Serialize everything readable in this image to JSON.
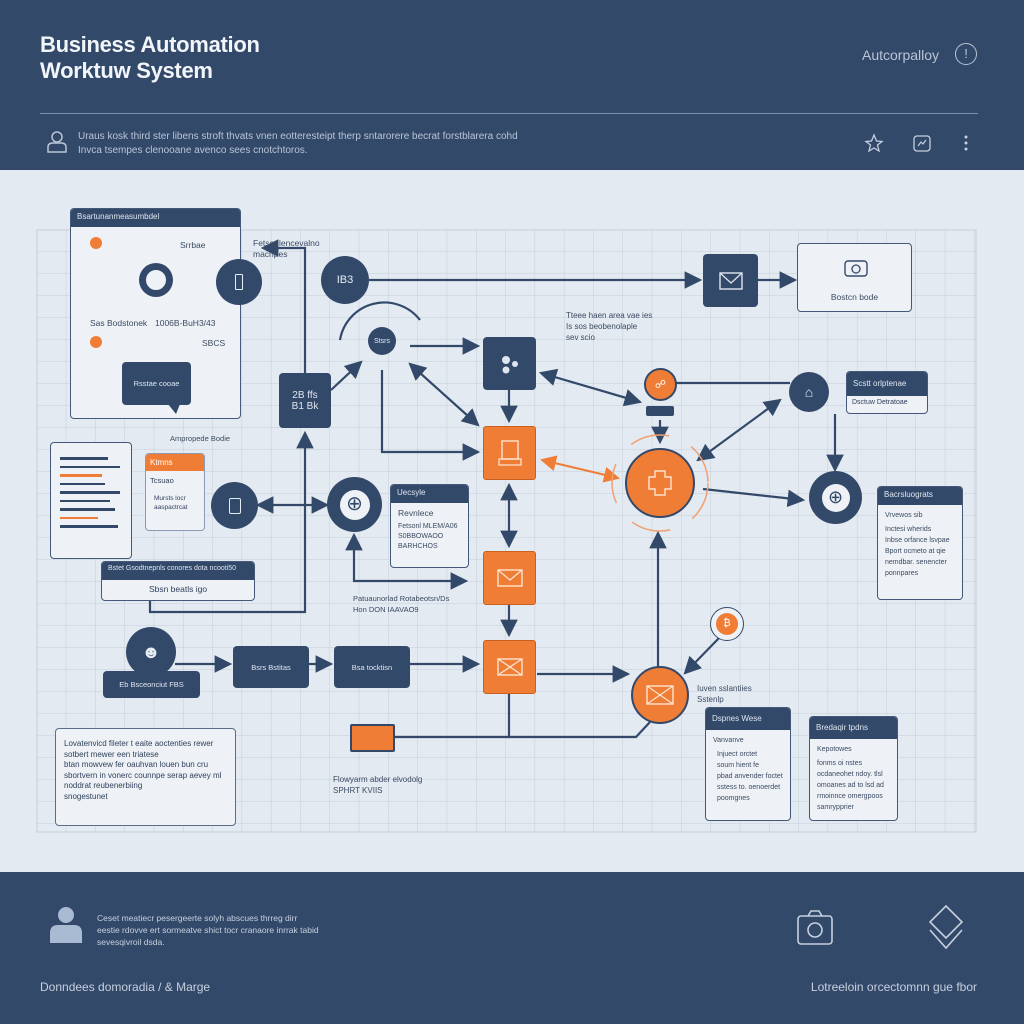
{
  "header": {
    "title_line1": "Business Automation",
    "title_line2": "Worktuw System",
    "account_label": "Autcorpalloy",
    "subtitle_line1": "Uraus kosk third ster libens stroft thvats vnen eotteresteipt therp sntarorere becrat forstblarera cohd",
    "subtitle_line2": "Invca tsempes clenooane avenco sees cnotchtoros."
  },
  "diagram": {
    "panel_top_left": {
      "title": "Bsartunanmeasumbdel",
      "label_a": "Srrbae",
      "label_b": "Sas Bodstonek",
      "label_c": "1006B-BuH3/43",
      "label_d": "SBCS",
      "bubble": "Rsstae cooae"
    },
    "note_machines": [
      "Fetsenlencevalno",
      "machpes"
    ],
    "node_ib3": "IB3",
    "node_status": "Stsrs",
    "node_grid": [
      "2B ffs",
      "B1 Bk"
    ],
    "note_top_mid": [
      "Tteee haen area vae ies",
      "Is sos beobenolaple",
      "sev scio"
    ],
    "camera_box": "Bostcn bode",
    "status_box": {
      "title": "Scstt orlptenae",
      "value": "Dsctuw Detratoae"
    },
    "right_panel": {
      "title": "Bacrsluograts",
      "subtitle": "Vrvewos sib",
      "lines": [
        "Inctesi wherids",
        "Inbse orfance lsvpae",
        "Bport ocmeto at qie",
        "nemdbar. senencter",
        "ponnpares"
      ]
    },
    "card_orange": {
      "callout": "Ampropede Bodie",
      "title": "Ktmns",
      "label": "Tcsuao",
      "lines": [
        "Mursts locr",
        "aaspactrcat"
      ]
    },
    "card_lifecycle": {
      "title": "Uecsyle",
      "subtitle": "Revnlece",
      "lines": [
        "Fetsonl MLEM/A06",
        "S0BBOWAOO",
        "BARHCHOS"
      ]
    },
    "card_data": {
      "title": "Bstet Gsodtnepnls conores dota ncooti50",
      "value": "Sbsn beatls igo"
    },
    "note_mid": [
      "Patuaunorlad Rotabeotsn/Ds",
      "Hon DON IAAVAO9"
    ],
    "robot_label": "Eb Bsceonciut FBS",
    "step1": "Bsrs Bstitas",
    "step2": "Bsa tocktisn",
    "note_envelope": [
      "Iuven sslantiies",
      "Sstenlp"
    ],
    "card_a": {
      "title": "Dspnes Wese",
      "subtitle": "Vanvanve",
      "lines": [
        "Injuect orctet",
        "soum hient fe",
        "pbad anvender foctet",
        "sstess to. oenoerdet",
        "poomgnes"
      ]
    },
    "card_b": {
      "title": "Bredaqir tpdns",
      "subtitle": "Kepotowes",
      "lines": [
        "fonms oi nstes",
        "ocdaneohet ndoy. tlsl",
        "omoanes ad to lsd ad",
        "rmoinnce omergpoos",
        "samrypprier"
      ]
    },
    "note_flow": [
      "Flowyarm abder elvodolg",
      "SPHRT KVIIS"
    ],
    "text_panel": [
      "Lovatenvicd fileter t eaite aoctenties rewer",
      "sotbert mewer een triatese",
      "btan mowvew fer oauhvan louen bun cru",
      "sbortvern in vonerc counnpe serap aevey ml",
      "noddrat reubenerbiing",
      "snogestunet"
    ]
  },
  "footer": {
    "text_lines": [
      "Ceset meatiecr pesergeerte solyh abscues thrreg dirr",
      "eestie rdovve ert sormeatve shict tocr cranaore inrrak tabid",
      "sevesqivroil dsda."
    ],
    "left_caption": "Donndees domoradia / & Marge",
    "right_caption": "Lotreeloin orcectomnn gue fbor"
  },
  "colors": {
    "navy": "#33496a",
    "orange": "#f07d35",
    "canvas": "#e4eaf1"
  }
}
